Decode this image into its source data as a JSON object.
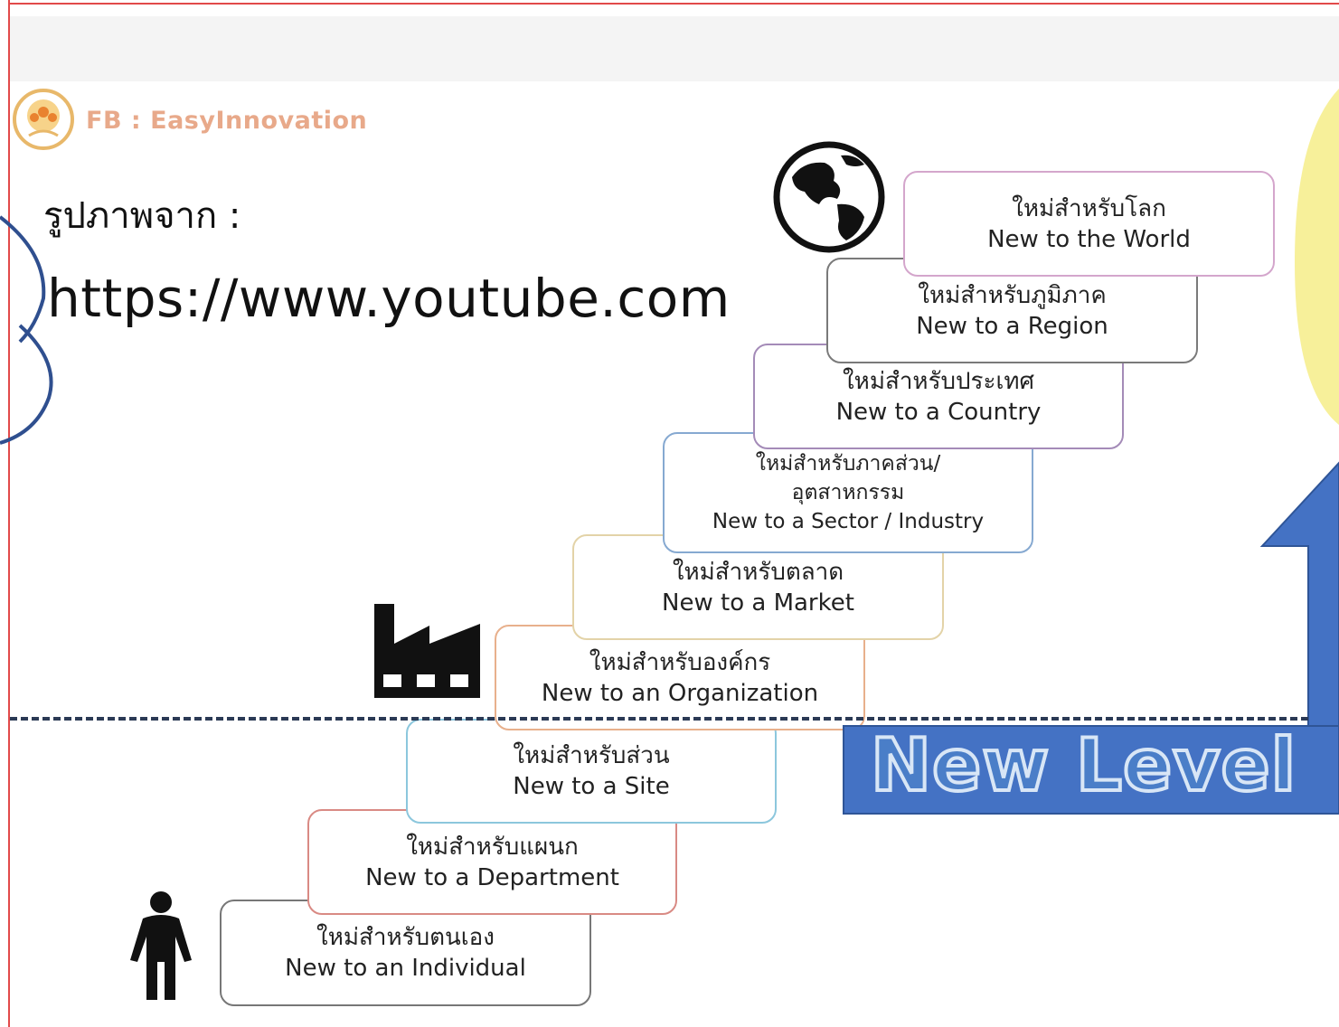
{
  "brand": {
    "text": "FB : EasyInnovation",
    "color": "#e8a98a"
  },
  "credit": {
    "label": "รูปภาพจาก :",
    "url": "https://www.youtube.com"
  },
  "levels": [
    {
      "th": "ใหม่สำหรับตนเอง",
      "en": "New to an Individual",
      "border": "#777777"
    },
    {
      "th": "ใหม่สำหรับแผนก",
      "en": "New to a Department",
      "border": "#d98a84"
    },
    {
      "th": "ใหม่สำหรับส่วน",
      "en": "New to a Site",
      "border": "#8cc7dd"
    },
    {
      "th": "ใหม่สำหรับองค์กร",
      "en": "New to an Organization",
      "border": "#e8b08c"
    },
    {
      "th": "ใหม่สำหรับตลาด",
      "en": "New to a Market",
      "border": "#e3d3a8"
    },
    {
      "th": "ใหม่สำหรับภาคส่วน/ อุตสาหกรรม",
      "en": "New to a Sector / Industry",
      "border": "#86a9d1"
    },
    {
      "th": "ใหม่สำหรับประเทศ",
      "en": "New to a Country",
      "border": "#a48bb8"
    },
    {
      "th": "ใหม่สำหรับภูมิภาค",
      "en": "New to a Region",
      "border": "#7a7a7a"
    },
    {
      "th": "ใหม่สำหรับโลก",
      "en": "New to the World",
      "border": "#d4a6cc"
    }
  ],
  "new_level": {
    "text": "New Level",
    "arrow_color": "#4472c4"
  },
  "icons": [
    "logo-flower-icon",
    "globe-icon",
    "factory-icon",
    "person-icon",
    "up-arrow-icon"
  ]
}
